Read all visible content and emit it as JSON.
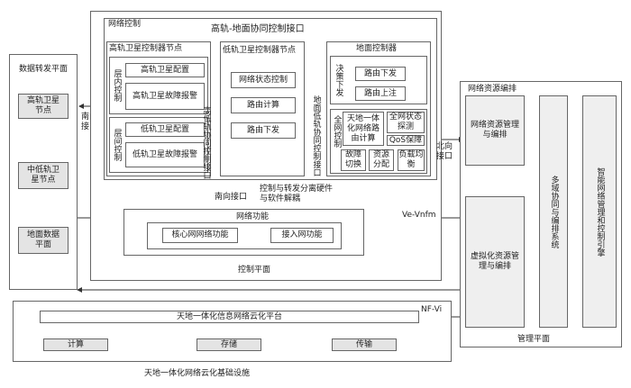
{
  "data_forwarding": {
    "title": "数据转发平面",
    "geo_node": "高轨卫星节点",
    "mid_low_node": "中低轨卫星节点",
    "ground_plane": "地面数据平面"
  },
  "network_control": {
    "title": "网络控制",
    "top_interface": "高轨-地面协同控制接口",
    "geo": {
      "title": "高轨卫星控制器节点",
      "intra_layer": "层内控制",
      "inter_layer": "层间控制",
      "config": "高轨卫星配置",
      "fault_report": "高轨卫星故障报警",
      "low_config": "低轨卫星配置",
      "low_fault_report": "低轨卫星故障报警"
    },
    "geo_low_interface": "高低轨协同控制接口",
    "low": {
      "title": "低轨卫星控制器节点",
      "state_control": "网络状态控制",
      "route_calc": "路由计算",
      "route_push": "路由下发"
    },
    "low_ground_interface": "地面低轨协同控制接口",
    "ground": {
      "title": "地面控制器",
      "decision_push": "决策下发",
      "route_push": "路由下发",
      "route_upload": "路由上注",
      "global_control": "全网控制",
      "integrated_routing": "天地一体化网络路由计算",
      "state_detect": "全网状态探测",
      "qos": "QoS保障",
      "fault_switch": "故障切换",
      "resource_alloc": "资源分配",
      "load_balance": "负载均衡"
    }
  },
  "south_interface_left": "南向接口",
  "south_interface": "南向接口",
  "north_interface": "北向接口",
  "decoupling": "控制与转发分离硬件与软件解耦",
  "network_function": {
    "title": "网络功能",
    "core": "核心网网络功能",
    "access": "接入网功能"
  },
  "control_plane": "控制平面",
  "ve_vnfm": "Ve-Vnfm",
  "nf_vi": "NF-Vi",
  "management": {
    "title": "网络资源编排",
    "resource_orch": "网络资源管理与编排",
    "virtual_resource": "虚拟化资源管理与编排",
    "multi_domain": "多域协同与编排系统",
    "smart_mgmt": "智能网络管理和控制引擎",
    "plane": "管理平面"
  },
  "infrastructure": {
    "cloud_platform": "天地一体化信息网络云化平台",
    "compute": "计算",
    "storage": "存储",
    "transmission": "传输",
    "caption": "天地一体化网络云化基础设施"
  }
}
